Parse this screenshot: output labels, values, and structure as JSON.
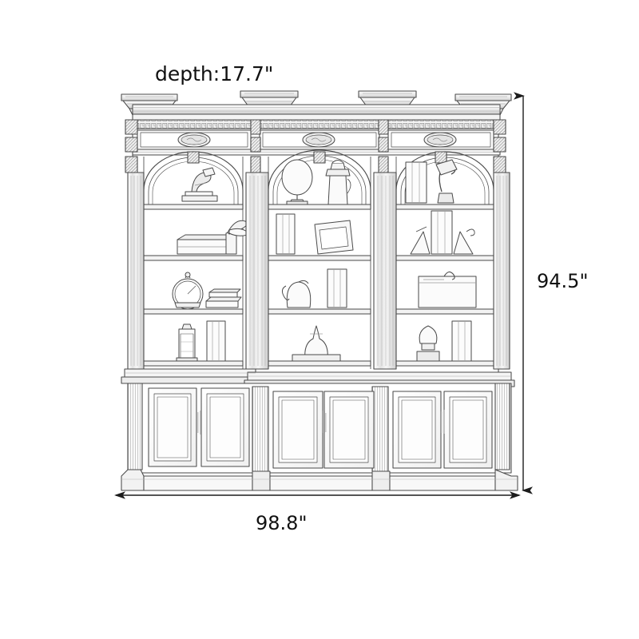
{
  "drawing": {
    "type": "furniture-dimension-line-drawing",
    "subject": "three-bay arched library bookcase wall unit",
    "background_color": "#ffffff",
    "line_color": "#4a4a4a",
    "shade_color": "#d8d8d8",
    "text_color": "#111111"
  },
  "dimensions": {
    "depth": {
      "label": "depth:17.7\"",
      "value": 17.7,
      "unit": "inches",
      "position": "top-left"
    },
    "height": {
      "label": "94.5\"",
      "value": 94.5,
      "unit": "inches",
      "position": "right"
    },
    "width": {
      "label": "98.8\"",
      "value": 98.8,
      "unit": "inches",
      "position": "bottom"
    }
  },
  "structure": {
    "bays": 3,
    "shelf_levels": 4,
    "cabinet_doors": 6,
    "arched_openings": 3,
    "pilasters": 4,
    "cornice_medallions": 3
  },
  "bays": [
    {
      "name": "left-bay",
      "shelves": [
        {
          "level": 1,
          "items": [
            "microscope",
            "stacked-books"
          ]
        },
        {
          "level": 2,
          "items": [
            "book-box",
            "fan-sculpture"
          ]
        },
        {
          "level": 3,
          "items": [
            "mantel-clock",
            "stacked-books"
          ]
        },
        {
          "level": 4,
          "items": [
            "lantern",
            "upright-books"
          ]
        }
      ]
    },
    {
      "name": "center-bay",
      "shelves": [
        {
          "level": 1,
          "items": [
            "goblet",
            "urn"
          ]
        },
        {
          "level": 2,
          "items": [
            "upright-books",
            "picture-frame"
          ]
        },
        {
          "level": 3,
          "items": [
            "pitcher",
            "upright-books"
          ]
        },
        {
          "level": 4,
          "items": [
            "vase-sculpture"
          ]
        }
      ]
    },
    {
      "name": "right-bay",
      "shelves": [
        {
          "level": 1,
          "items": [
            "upright-books",
            "desk-lamp"
          ]
        },
        {
          "level": 2,
          "items": [
            "bookends",
            "upright-books"
          ]
        },
        {
          "level": 3,
          "items": [
            "storage-box"
          ]
        },
        {
          "level": 4,
          "items": [
            "trophy",
            "upright-books"
          ]
        }
      ]
    }
  ]
}
